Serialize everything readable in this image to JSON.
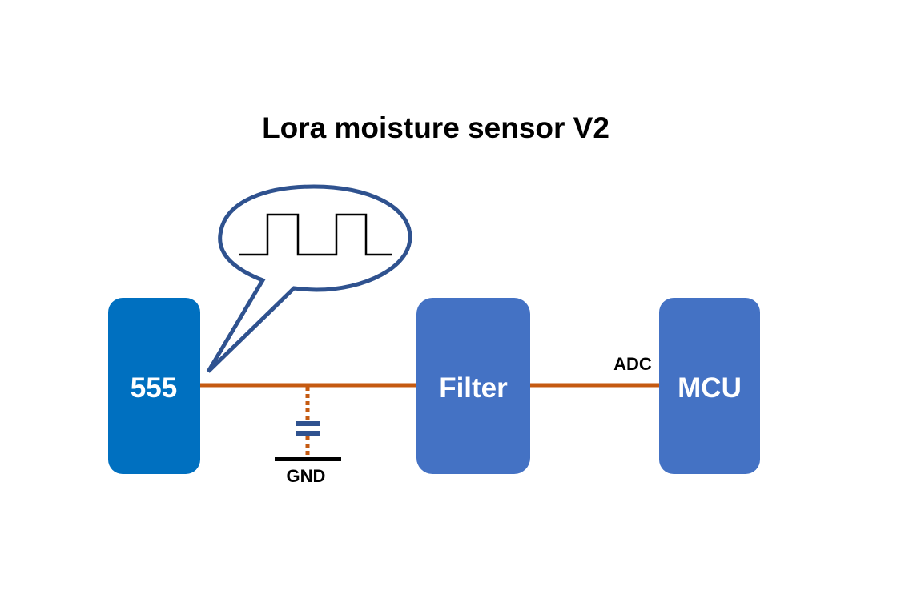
{
  "title": "Lora moisture sensor V2",
  "blocks": {
    "timer": {
      "label": "555",
      "color": "#0070c0"
    },
    "filter": {
      "label": "Filter",
      "color": "#4472c4"
    },
    "mcu": {
      "label": "MCU",
      "color": "#4472c4"
    }
  },
  "labels": {
    "adc": "ADC",
    "gnd": "GND"
  },
  "colors": {
    "wire": "#c55a11",
    "bubble_outline": "#2f528f",
    "capacitor_plate": "#2f528f",
    "ground": "#000000"
  }
}
